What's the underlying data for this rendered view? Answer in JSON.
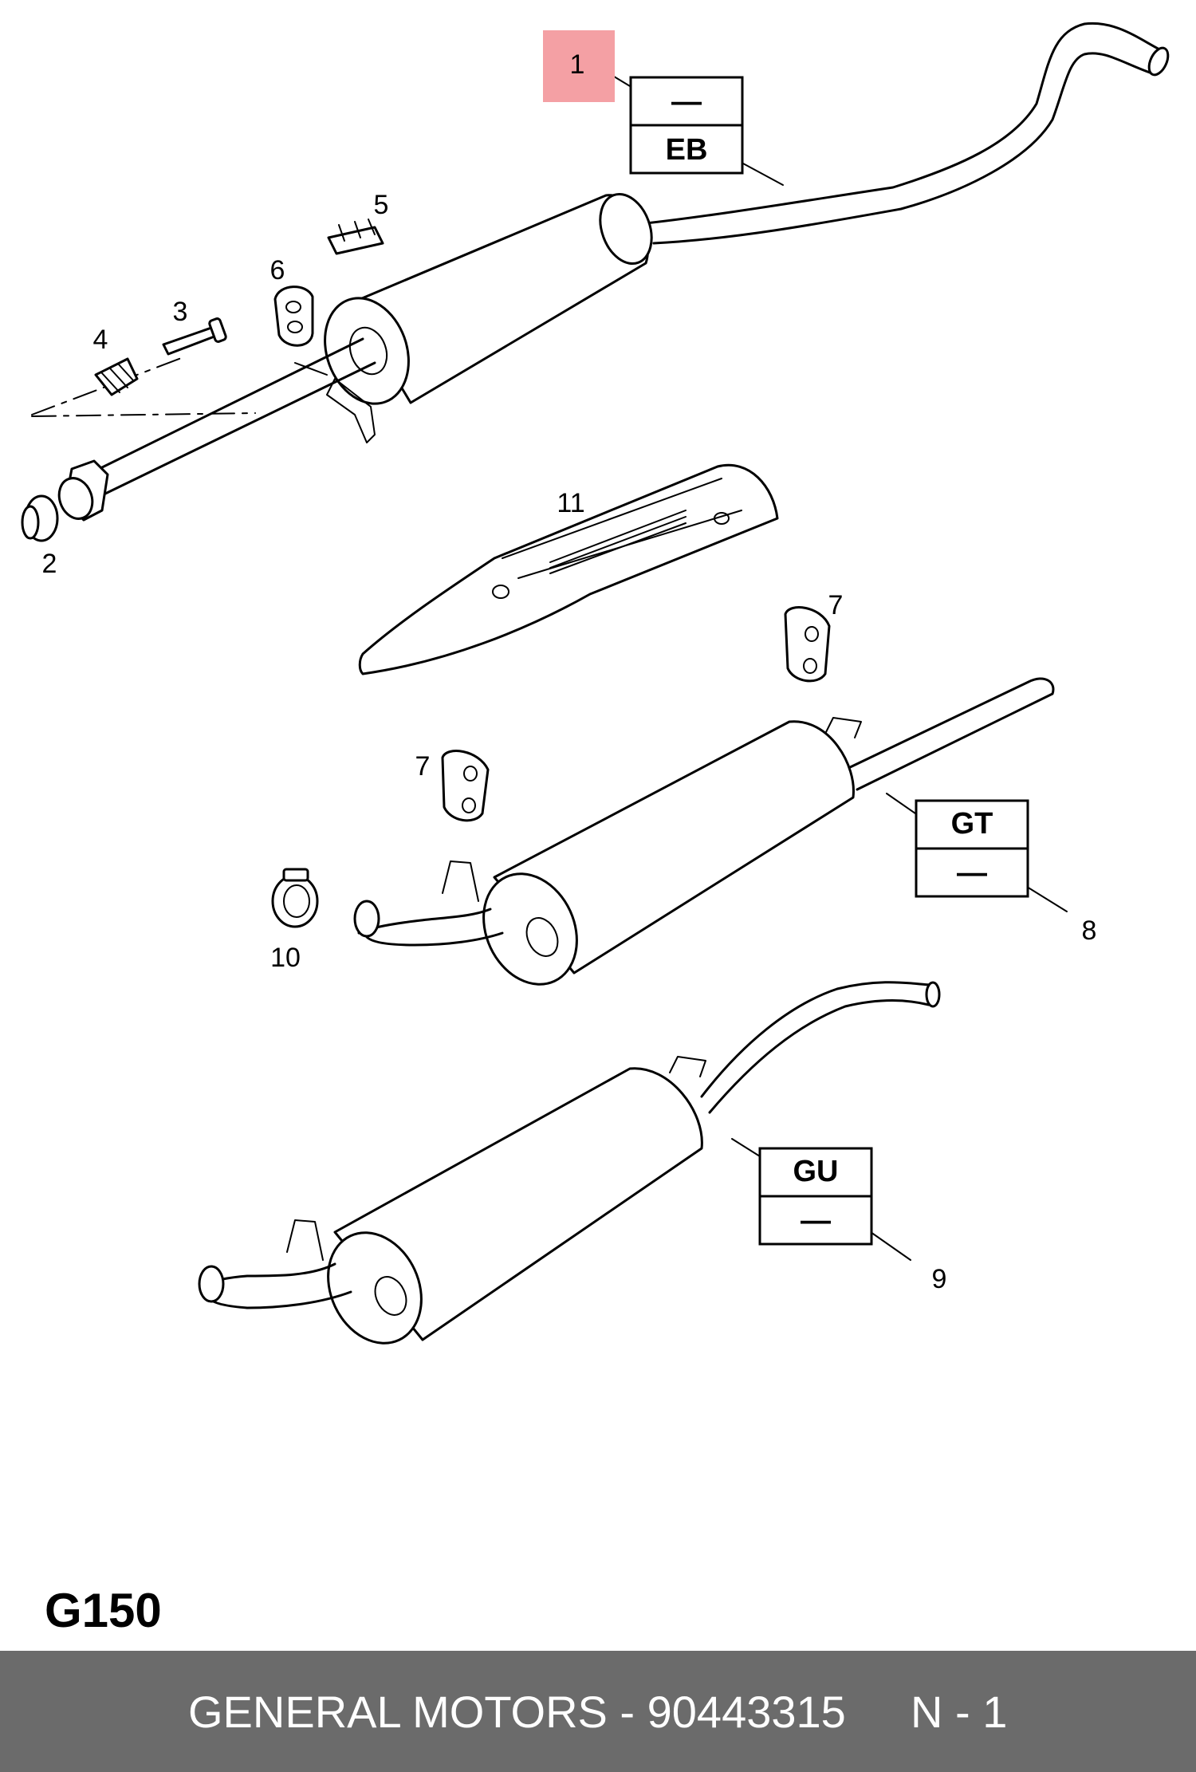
{
  "diagram": {
    "callouts": {
      "c1": "1",
      "c2": "2",
      "c3": "3",
      "c4": "4",
      "c5": "5",
      "c6": "6",
      "c7a": "7",
      "c7b": "7",
      "c8": "8",
      "c9": "9",
      "c10": "10",
      "c11": "11"
    },
    "code_boxes": {
      "box1_top": "—",
      "box1_bottom": "EB",
      "box8_top": "GT",
      "box8_bottom": "—",
      "box9_top": "GU",
      "box9_bottom": "—"
    },
    "highlight_color": "#f4a0a4",
    "page_code": "G150"
  },
  "footer": {
    "part_label": "GENERAL MOTORS - 90443315",
    "quantity": "N - 1",
    "background_color": "#6b6b6b"
  }
}
